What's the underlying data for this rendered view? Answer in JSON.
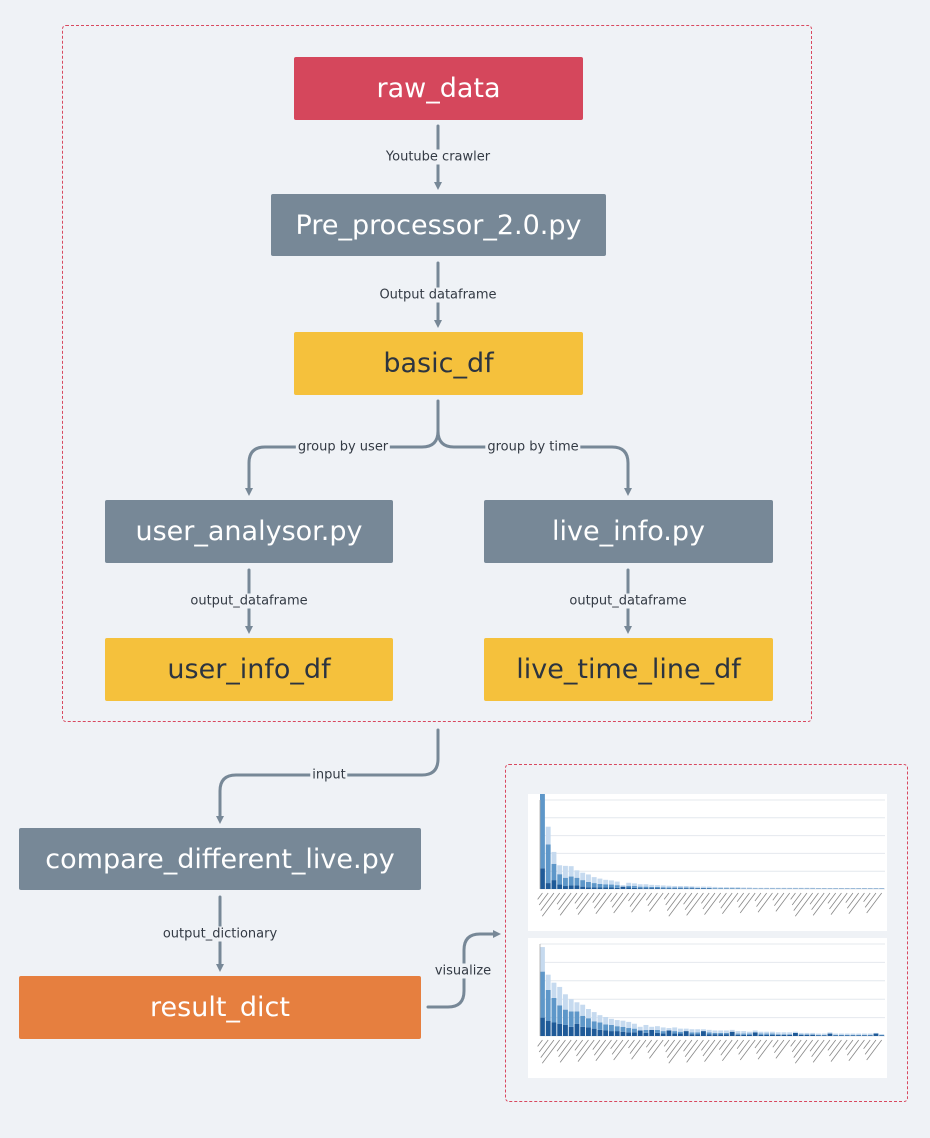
{
  "nodes": {
    "raw_data": "raw_data",
    "pre_processor": "Pre_processor_2.0.py",
    "basic_df": "basic_df",
    "user_analysor": "user_analysor.py",
    "live_info": "live_info.py",
    "user_info_df": "user_info_df",
    "live_time_line_df": "live_time_line_df",
    "compare": "compare_different_live.py",
    "result_dict": "result_dict"
  },
  "edges": {
    "youtube_crawler": "Youtube crawler",
    "output_dataframe_main": "Output dataframe",
    "group_by_user": "group by user",
    "group_by_time": "group by time",
    "output_dataframe_user": "output_dataframe",
    "output_dataframe_live": "output_dataframe",
    "input": "input",
    "output_dictionary": "output_dictionary",
    "visualize": "visualize"
  },
  "colors": {
    "source": "#d5475c",
    "script": "#778897",
    "dataframe": "#f5c13c",
    "result": "#e67f3f",
    "dashed_border": "#d9485f",
    "connector": "#778897",
    "bar_dark": "#1f5a98",
    "bar_mid": "#5e97c9",
    "bar_light": "#c6daef"
  },
  "thumbnails": [
    {
      "bars": [
        [
          70,
          300,
          60
        ],
        [
          20,
          130,
          60
        ],
        [
          30,
          55,
          40
        ],
        [
          15,
          35,
          30
        ],
        [
          10,
          28,
          40
        ],
        [
          12,
          30,
          35
        ],
        [
          12,
          26,
          25
        ],
        [
          8,
          22,
          25
        ],
        [
          6,
          18,
          25
        ],
        [
          6,
          14,
          20
        ],
        [
          5,
          12,
          18
        ],
        [
          6,
          10,
          15
        ],
        [
          5,
          10,
          14
        ],
        [
          4,
          9,
          12
        ],
        [
          8,
          0,
          5
        ],
        [
          5,
          6,
          10
        ],
        [
          4,
          6,
          9
        ],
        [
          3,
          5,
          8
        ],
        [
          3,
          5,
          8
        ],
        [
          3,
          4,
          7
        ],
        [
          3,
          4,
          6
        ],
        [
          2,
          4,
          6
        ],
        [
          2,
          3,
          6
        ],
        [
          2,
          3,
          5
        ],
        [
          2,
          3,
          5
        ],
        [
          2,
          3,
          5
        ],
        [
          2,
          3,
          4
        ],
        [
          2,
          2,
          4
        ],
        [
          2,
          2,
          4
        ],
        [
          2,
          2,
          4
        ],
        [
          1,
          2,
          4
        ],
        [
          1,
          2,
          3
        ],
        [
          1,
          2,
          3
        ],
        [
          1,
          2,
          3
        ],
        [
          1,
          2,
          3
        ],
        [
          1,
          1,
          3
        ],
        [
          1,
          1,
          3
        ],
        [
          1,
          1,
          2
        ],
        [
          1,
          1,
          2
        ],
        [
          1,
          1,
          2
        ],
        [
          1,
          1,
          2
        ],
        [
          1,
          1,
          2
        ],
        [
          1,
          1,
          2
        ],
        [
          1,
          1,
          2
        ],
        [
          1,
          1,
          2
        ],
        [
          1,
          1,
          2
        ],
        [
          1,
          1,
          2
        ],
        [
          1,
          1,
          2
        ],
        [
          1,
          1,
          1
        ],
        [
          1,
          1,
          1
        ],
        [
          1,
          1,
          1
        ],
        [
          1,
          1,
          1
        ],
        [
          1,
          1,
          1
        ],
        [
          1,
          1,
          1
        ],
        [
          1,
          1,
          1
        ],
        [
          1,
          1,
          1
        ],
        [
          1,
          1,
          1
        ],
        [
          1,
          1,
          1
        ],
        [
          1,
          1,
          1
        ],
        [
          1,
          1,
          1
        ]
      ],
      "ymax": 300
    },
    {
      "bars": [
        [
          30,
          75,
          40
        ],
        [
          25,
          50,
          25
        ],
        [
          22,
          40,
          25
        ],
        [
          20,
          30,
          30
        ],
        [
          18,
          25,
          25
        ],
        [
          15,
          25,
          20
        ],
        [
          20,
          20,
          15
        ],
        [
          15,
          18,
          18
        ],
        [
          14,
          15,
          15
        ],
        [
          12,
          12,
          15
        ],
        [
          10,
          12,
          12
        ],
        [
          9,
          10,
          12
        ],
        [
          8,
          10,
          10
        ],
        [
          8,
          8,
          10
        ],
        [
          7,
          8,
          10
        ],
        [
          6,
          7,
          10
        ],
        [
          6,
          6,
          8
        ],
        [
          9,
          0,
          6
        ],
        [
          5,
          5,
          8
        ],
        [
          10,
          0,
          5
        ],
        [
          5,
          5,
          6
        ],
        [
          4,
          4,
          6
        ],
        [
          9,
          0,
          4
        ],
        [
          4,
          4,
          6
        ],
        [
          4,
          3,
          5
        ],
        [
          8,
          0,
          4
        ],
        [
          3,
          3,
          5
        ],
        [
          3,
          3,
          5
        ],
        [
          8,
          0,
          3
        ],
        [
          3,
          3,
          4
        ],
        [
          3,
          2,
          4
        ],
        [
          3,
          2,
          4
        ],
        [
          3,
          2,
          4
        ],
        [
          7,
          0,
          3
        ],
        [
          2,
          2,
          4
        ],
        [
          2,
          2,
          4
        ],
        [
          2,
          2,
          3
        ],
        [
          6,
          0,
          3
        ],
        [
          2,
          2,
          3
        ],
        [
          2,
          2,
          3
        ],
        [
          2,
          2,
          3
        ],
        [
          2,
          1,
          3
        ],
        [
          2,
          1,
          3
        ],
        [
          2,
          1,
          3
        ],
        [
          5,
          0,
          2
        ],
        [
          2,
          1,
          2
        ],
        [
          2,
          1,
          2
        ],
        [
          2,
          1,
          2
        ],
        [
          1,
          1,
          2
        ],
        [
          1,
          1,
          2
        ],
        [
          4,
          0,
          2
        ],
        [
          1,
          1,
          2
        ],
        [
          1,
          1,
          2
        ],
        [
          1,
          1,
          2
        ],
        [
          1,
          1,
          2
        ],
        [
          1,
          1,
          2
        ],
        [
          1,
          1,
          2
        ],
        [
          1,
          1,
          2
        ],
        [
          4,
          0,
          1
        ],
        [
          1,
          1,
          1
        ]
      ],
      "ymax": 150
    }
  ]
}
